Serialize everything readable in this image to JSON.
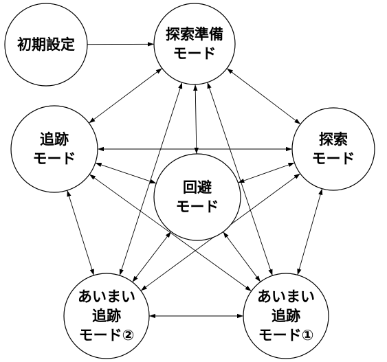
{
  "diagram": {
    "nodes": [
      {
        "id": "init",
        "lines": [
          "初期設定"
        ]
      },
      {
        "id": "prep",
        "lines": [
          "探索準備",
          "モード"
        ]
      },
      {
        "id": "chase",
        "lines": [
          "追跡",
          "モード"
        ]
      },
      {
        "id": "search",
        "lines": [
          "探索",
          "モード"
        ]
      },
      {
        "id": "avoid",
        "lines": [
          "回避",
          "モード"
        ]
      },
      {
        "id": "fuzzy2",
        "lines": [
          "あいまい",
          "追跡",
          "モード②"
        ]
      },
      {
        "id": "fuzzy1",
        "lines": [
          "あいまい",
          "追跡",
          "モード①"
        ]
      }
    ],
    "edges": [
      {
        "from": "init",
        "to": "prep",
        "direction": "forward"
      },
      {
        "from": "prep",
        "to": "chase",
        "direction": "both"
      },
      {
        "from": "prep",
        "to": "search",
        "direction": "both"
      },
      {
        "from": "prep",
        "to": "avoid",
        "direction": "both"
      },
      {
        "from": "prep",
        "to": "fuzzy2",
        "direction": "both"
      },
      {
        "from": "prep",
        "to": "fuzzy1",
        "direction": "both"
      },
      {
        "from": "chase",
        "to": "search",
        "direction": "both"
      },
      {
        "from": "chase",
        "to": "avoid",
        "direction": "both"
      },
      {
        "from": "chase",
        "to": "fuzzy2",
        "direction": "both"
      },
      {
        "from": "chase",
        "to": "fuzzy1",
        "direction": "both"
      },
      {
        "from": "search",
        "to": "avoid",
        "direction": "both"
      },
      {
        "from": "search",
        "to": "fuzzy2",
        "direction": "both"
      },
      {
        "from": "search",
        "to": "fuzzy1",
        "direction": "both"
      },
      {
        "from": "avoid",
        "to": "fuzzy2",
        "direction": "both"
      },
      {
        "from": "avoid",
        "to": "fuzzy1",
        "direction": "both"
      },
      {
        "from": "fuzzy2",
        "to": "fuzzy1",
        "direction": "both"
      }
    ]
  }
}
